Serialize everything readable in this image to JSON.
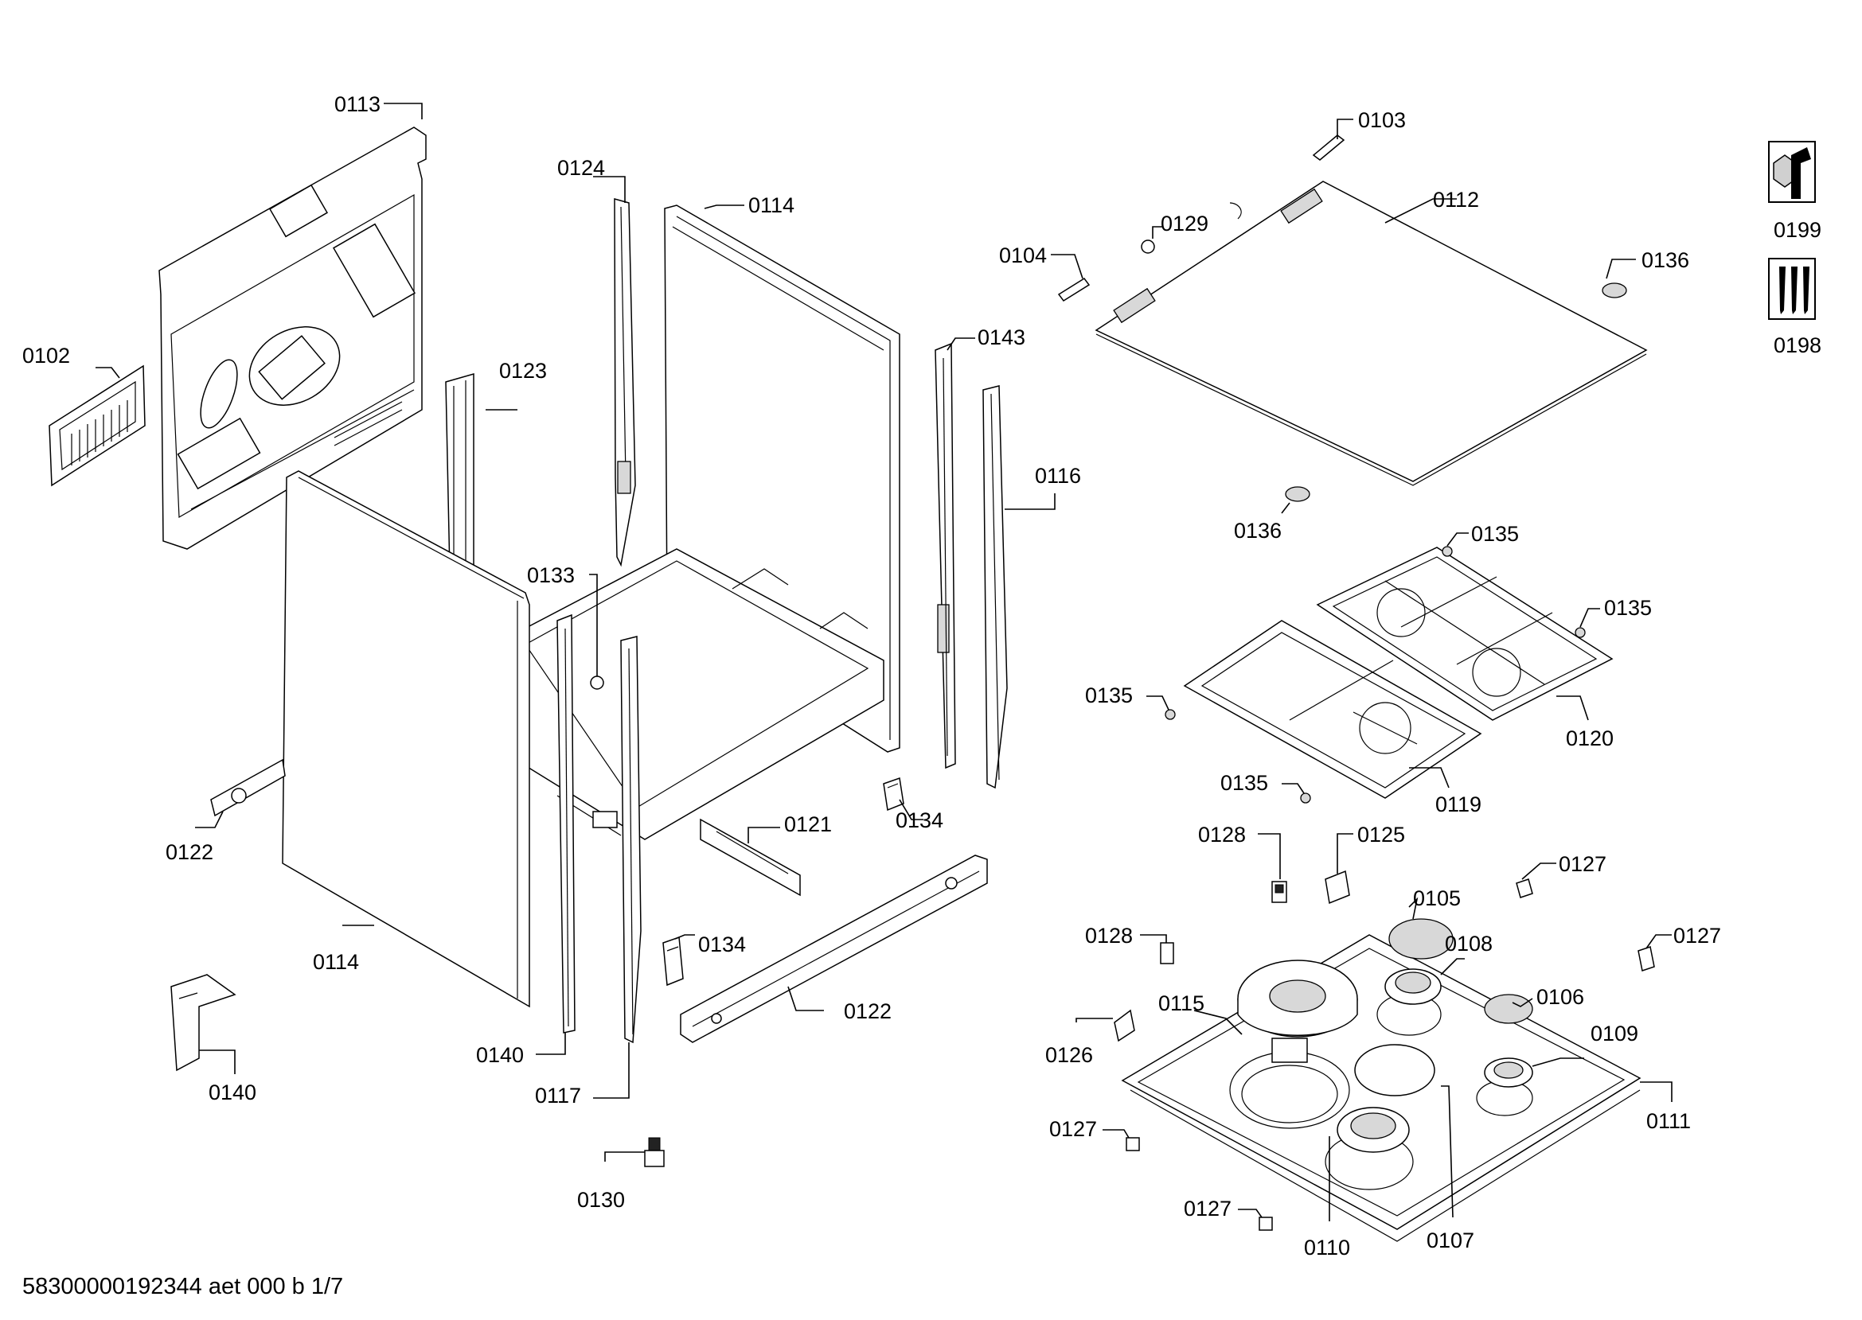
{
  "document_id": "58300000192344 aet 000 b 1/7",
  "labels": {
    "l0113": "0113",
    "l0102": "0102",
    "l0124": "0124",
    "l0114a": "0114",
    "l0123": "0123",
    "l0143": "0143",
    "l0116": "0116",
    "l0133": "0133",
    "l0122a": "0122",
    "l0114b": "0114",
    "l0121": "0121",
    "l0134a": "0134",
    "l0134b": "0134",
    "l0122b": "0122",
    "l0140a": "0140",
    "l0140b": "0140",
    "l0117": "0117",
    "l0130": "0130",
    "l0103": "0103",
    "l0129": "0129",
    "l0112": "0112",
    "l0104": "0104",
    "l0136a": "0136",
    "l0136b": "0136",
    "l0135a": "0135",
    "l0135b": "0135",
    "l0135c": "0135",
    "l0135d": "0135",
    "l0120": "0120",
    "l0119": "0119",
    "l0128a": "0128",
    "l0125": "0125",
    "l0127a": "0127",
    "l0105": "0105",
    "l0128b": "0128",
    "l0108": "0108",
    "l0127b": "0127",
    "l0106": "0106",
    "l0115": "0115",
    "l0109": "0109",
    "l0126": "0126",
    "l0111": "0111",
    "l0127c": "0127",
    "l0127d": "0127",
    "l0110": "0110",
    "l0107": "0107",
    "l0199": "0199",
    "l0198": "0198"
  },
  "icons": {
    "service_tool": "wrench-nut-icon",
    "screw_set": "screws-icon"
  }
}
